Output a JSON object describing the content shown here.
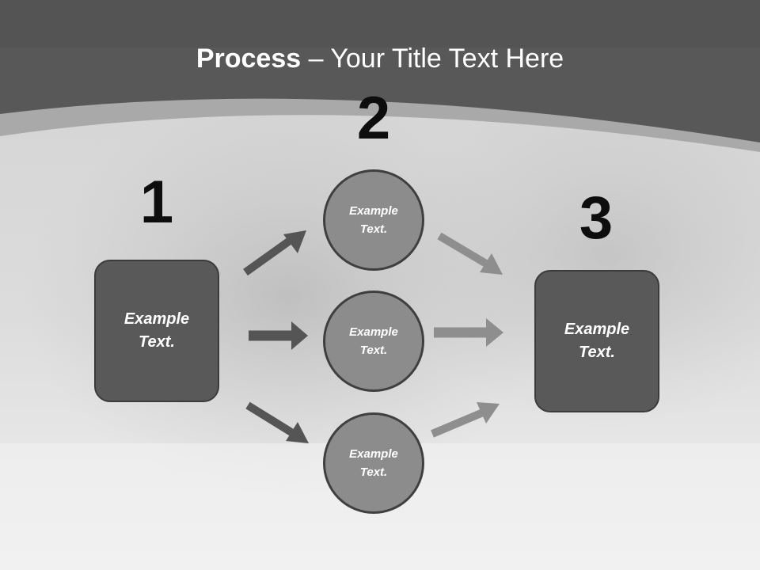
{
  "title": {
    "bold": "Process",
    "rest": " – Your Title Text Here"
  },
  "steps": [
    {
      "number": "1"
    },
    {
      "number": "2"
    },
    {
      "number": "3"
    }
  ],
  "nodes": {
    "start_box": "Example Text.",
    "end_box": "Example Text.",
    "circles": [
      "Example Text.",
      "Example Text.",
      "Example Text."
    ]
  },
  "colors": {
    "header": "#585858",
    "box_fill": "#595959",
    "circle_fill": "#8c8c8c",
    "arrow_dark": "#555555",
    "arrow_light": "#8e8e8e"
  }
}
